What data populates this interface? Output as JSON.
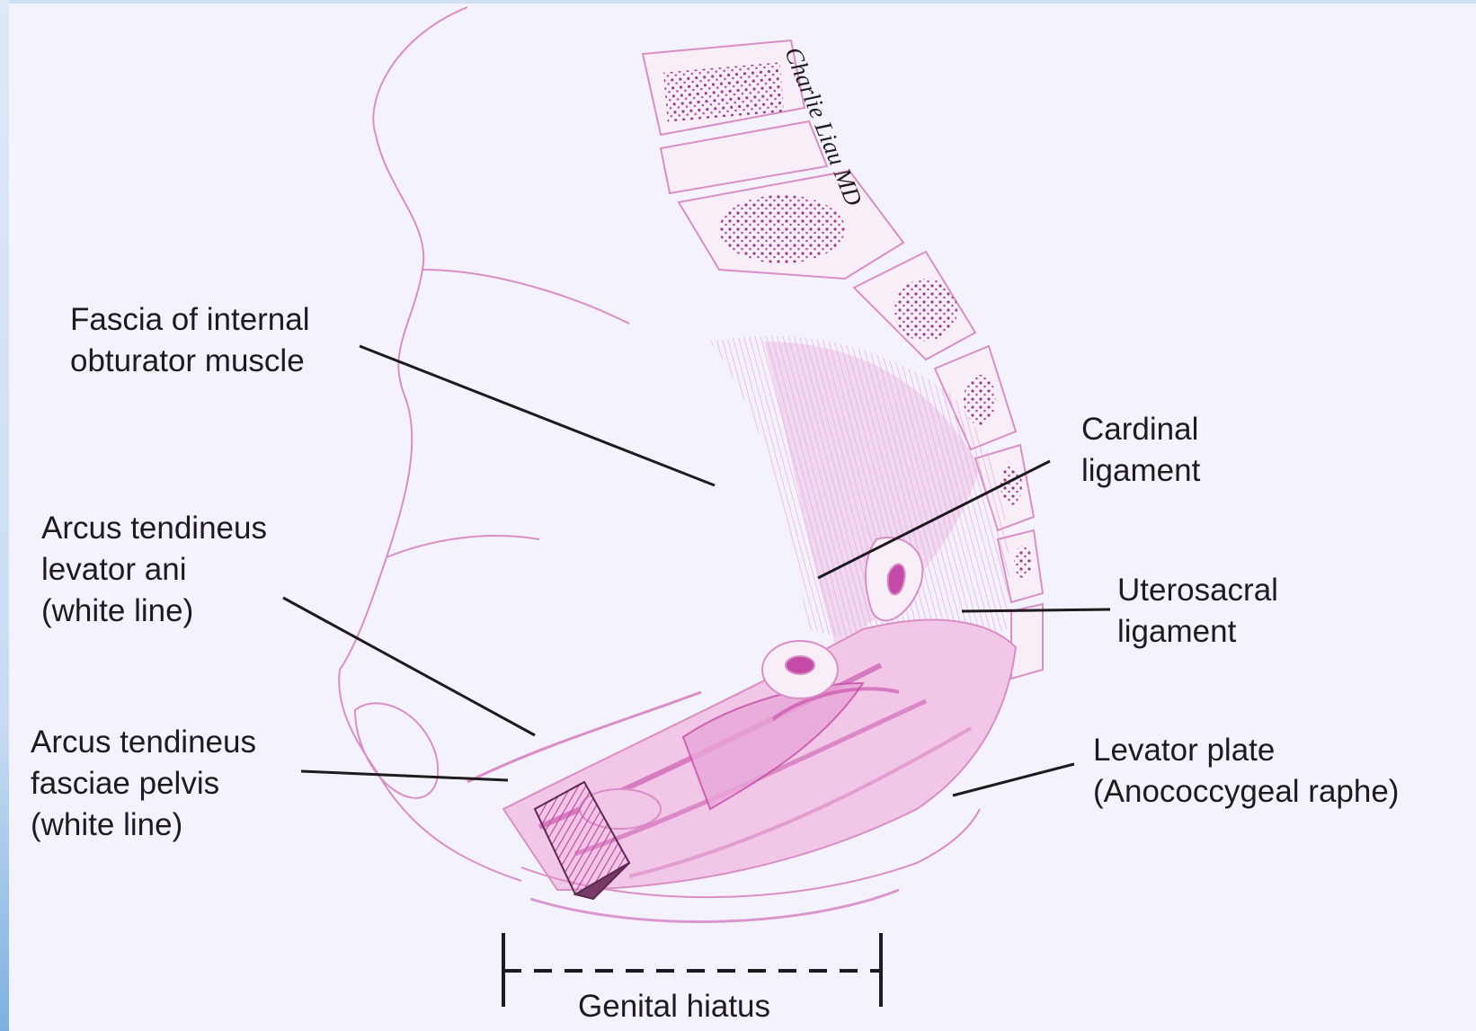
{
  "labels": {
    "fascia_obturator": [
      "Fascia of internal",
      "obturator muscle"
    ],
    "cardinal": [
      "Cardinal",
      "ligament"
    ],
    "arcus_levator": [
      "Arcus tendineus",
      "levator ani",
      "(white line)"
    ],
    "uterosacral": [
      "Uterosacral",
      "ligament"
    ],
    "arcus_fasciae": [
      "Arcus tendineus",
      "fasciae pelvis",
      "(white line)"
    ],
    "levator_plate": [
      "Levator plate",
      "(Anococcygeal raphe)"
    ],
    "genital_hiatus": "Genital hiatus"
  },
  "signature": "Charlie Liau MD",
  "colors": {
    "background": "#f4f3fd",
    "outline": "#d98ec6",
    "muscle": "#e9a6d7",
    "muscle_dark": "#c44aa7",
    "leader": "#1e1a1e"
  }
}
